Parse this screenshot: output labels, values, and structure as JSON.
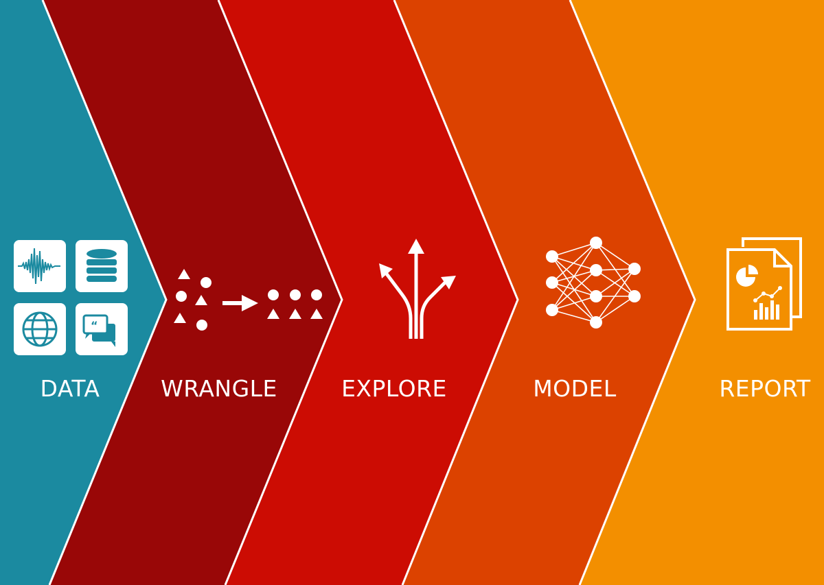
{
  "stages": [
    {
      "label": "DATA",
      "color": "#1b8aa0",
      "icon": "data-sources-icon"
    },
    {
      "label": "WRANGLE",
      "color": "#990707",
      "icon": "wrangle-shapes-icon"
    },
    {
      "label": "EXPLORE",
      "color": "#cc0c03",
      "icon": "diverging-arrows-icon"
    },
    {
      "label": "MODEL",
      "color": "#dc4200",
      "icon": "neural-network-icon"
    },
    {
      "label": "REPORT",
      "color": "#f38f00",
      "icon": "report-documents-icon"
    }
  ],
  "divider_color": "#ffffff"
}
